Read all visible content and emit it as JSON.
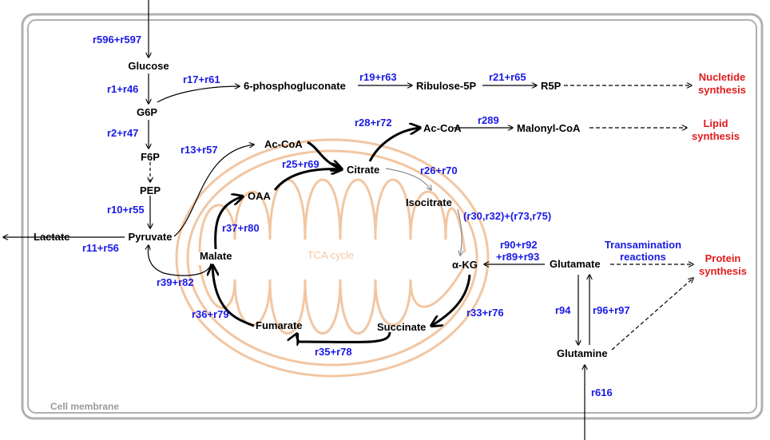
{
  "colors": {
    "metabolite": "#000000",
    "reaction": "#1a1ae6",
    "output": "#e01b1b",
    "mitochondria": "#f2c6a2",
    "membrane": "#b0b0b0",
    "membrane_label": "#9a9a9a",
    "isocitrate_arrow": "#8a8a8a"
  },
  "cell": {
    "label": "Cell membrane"
  },
  "mitochondrion": {
    "label": "TCA cycle"
  },
  "metabolites": {
    "glucose": "Glucose",
    "g6p": "G6P",
    "f6p": "F6P",
    "pep": "PEP",
    "pyruvate": "Pyruvate",
    "lactate": "Lactate",
    "pgluconate": "6-phosphogluconate",
    "ribulose5p": "Ribulose-5P",
    "r5p": "R5P",
    "accoa_mito": "Ac-CoA",
    "accoa_cyto": "Ac-CoA",
    "malonylcoa": "Malonyl-CoA",
    "citrate": "Citrate",
    "isocitrate": "Isocitrate",
    "akg": "α-KG",
    "succinate": "Succinate",
    "fumarate": "Fumarate",
    "malate": "Malate",
    "oaa": "OAA",
    "glutamate": "Glutamate",
    "glutamine": "Glutamine"
  },
  "reactions": {
    "glucose_uptake": "r596+r597",
    "hexokinase": "r1+r46",
    "g6p_f6p": "r2+r47",
    "pep_pyruvate": "r10+r55",
    "lactate": "r11+r56",
    "pdh": "r13+r57",
    "g6p_6pg": "r17+r61",
    "pg_ru5p": "r19+r63",
    "ru5p_r5p": "r21+r65",
    "citrate_accoa": "r28+r72",
    "acc": "r289",
    "citrate_synthase": "r25+r69",
    "aconitase": "r26+r70",
    "idh": "(r30,r32)+(r73,r75)",
    "akgdh": "r33+r76",
    "sdh": "r35+r78",
    "fumarase": "r36+r79",
    "mdh": "r37+r80",
    "malic_enzyme": "r39+r82",
    "transaminase_a": "r90+r92",
    "transaminase_b": "+r89+r93",
    "gls": "r94",
    "gs": "r96+r97",
    "glutamine_uptake": "r616"
  },
  "outputs": {
    "nucleotide": [
      "Nucletide",
      "synthesis"
    ],
    "lipid": [
      "Lipid",
      "synthesis"
    ],
    "protein": [
      "Protein",
      "synthesis"
    ]
  },
  "notes": {
    "transamination": [
      "Transamination",
      "reactions"
    ]
  }
}
